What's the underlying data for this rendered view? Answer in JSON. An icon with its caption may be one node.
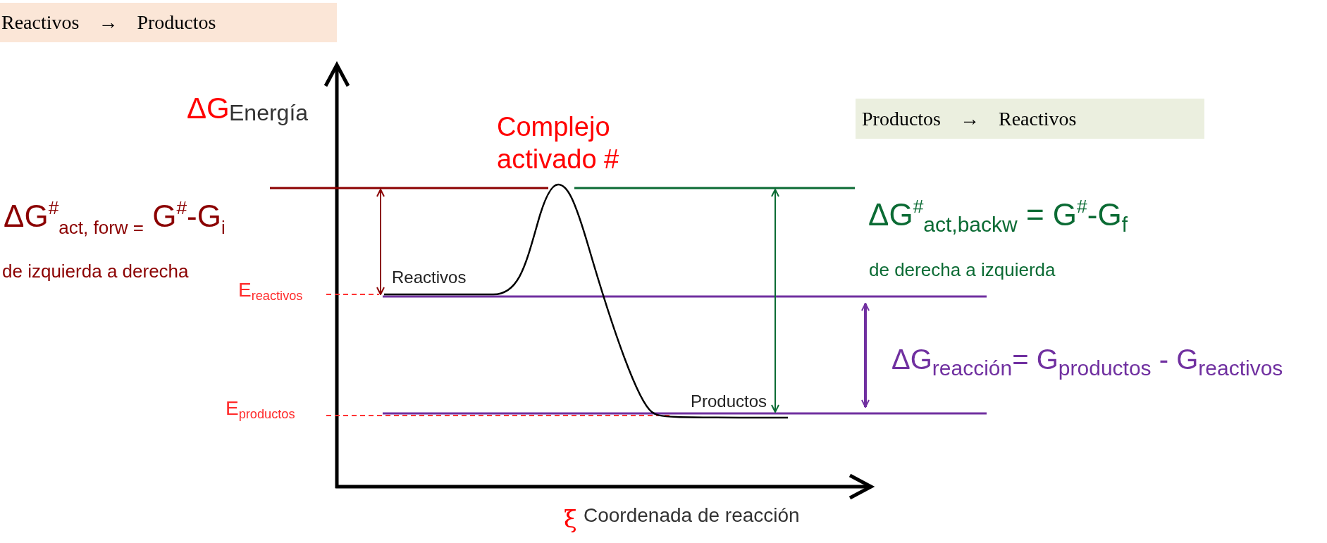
{
  "diagram": {
    "nodes": [
      {
        "text": [
          "Reactivos → Productos"
        ]
      },
      {
        "text": [
          "Productos → Reactivos"
        ]
      }
    ],
    "labels": [
      "ΔG",
      "Energía",
      "Complejo activado #",
      "ΔG$^{#}$$_{act, forw =}$ G$^{#}$-G$_{i}$",
      "de izquierda a derecha",
      "E$_{reactivos}$",
      "Reactivos",
      "ΔG$^{#}$$_{act,backw}$ = G$^{#}$-G$_{f}$",
      "de derecha a izquierda",
      "ΔG$_{reacción}$= G$_{productos}$ - G$_{reactivos}$",
      "E$_{productos}$",
      "Productos",
      "ξ",
      "Coordenada de reacción"
    ]
  }
}
